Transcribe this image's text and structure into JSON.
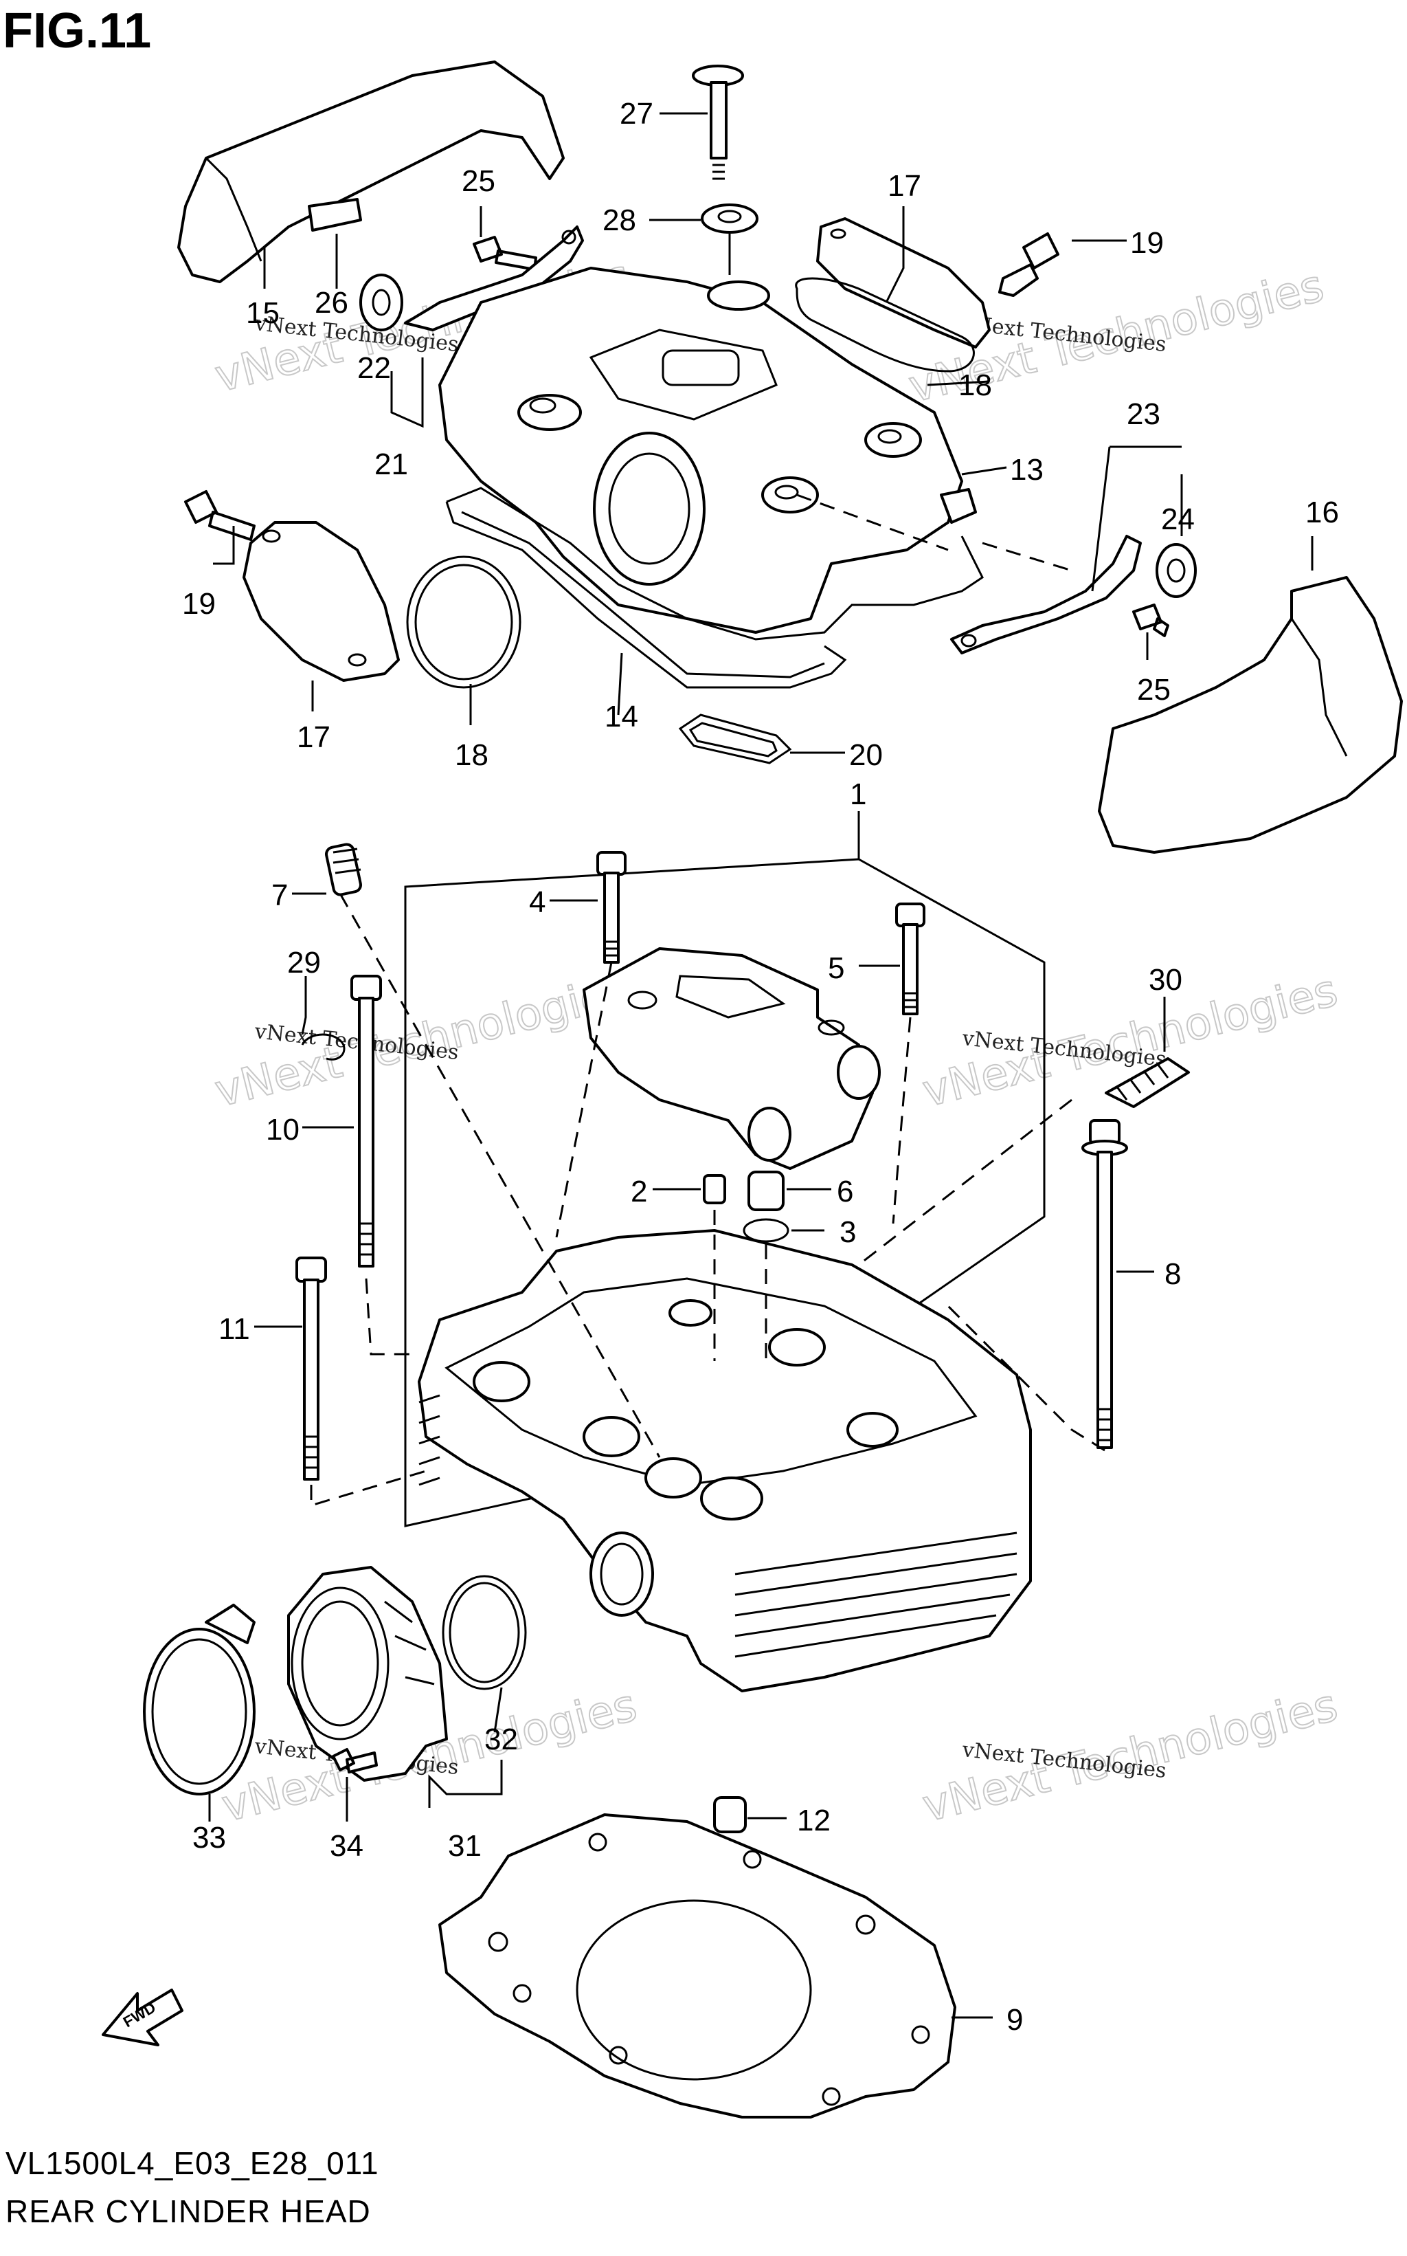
{
  "figure": {
    "title": "FIG.11",
    "code": "VL1500L4_E03_E28_011",
    "name": "REAR CYLINDER HEAD",
    "fwd_label": "FWD"
  },
  "watermark": {
    "small": "vNext Technologies",
    "big": "vNext Technologies"
  },
  "callouts": [
    {
      "id": "c27",
      "label": "27"
    },
    {
      "id": "c25a",
      "label": "25"
    },
    {
      "id": "c28",
      "label": "28"
    },
    {
      "id": "c17a",
      "label": "17"
    },
    {
      "id": "c19a",
      "label": "19"
    },
    {
      "id": "c15",
      "label": "15"
    },
    {
      "id": "c26",
      "label": "26"
    },
    {
      "id": "c22",
      "label": "22"
    },
    {
      "id": "c21",
      "label": "21"
    },
    {
      "id": "c18a",
      "label": "18"
    },
    {
      "id": "c13",
      "label": "13"
    },
    {
      "id": "c23",
      "label": "23"
    },
    {
      "id": "c16",
      "label": "16"
    },
    {
      "id": "c24",
      "label": "24"
    },
    {
      "id": "c19b",
      "label": "19"
    },
    {
      "id": "c25b",
      "label": "25"
    },
    {
      "id": "c17b",
      "label": "17"
    },
    {
      "id": "c18b",
      "label": "18"
    },
    {
      "id": "c14",
      "label": "14"
    },
    {
      "id": "c20",
      "label": "20"
    },
    {
      "id": "c1",
      "label": "1"
    },
    {
      "id": "c7",
      "label": "7"
    },
    {
      "id": "c4",
      "label": "4"
    },
    {
      "id": "c5",
      "label": "5"
    },
    {
      "id": "c29",
      "label": "29"
    },
    {
      "id": "c30",
      "label": "30"
    },
    {
      "id": "c10",
      "label": "10"
    },
    {
      "id": "c2",
      "label": "2"
    },
    {
      "id": "c6",
      "label": "6"
    },
    {
      "id": "c3",
      "label": "3"
    },
    {
      "id": "c8",
      "label": "8"
    },
    {
      "id": "c11",
      "label": "11"
    },
    {
      "id": "c32",
      "label": "32"
    },
    {
      "id": "c12",
      "label": "12"
    },
    {
      "id": "c33",
      "label": "33"
    },
    {
      "id": "c34",
      "label": "34"
    },
    {
      "id": "c31",
      "label": "31"
    },
    {
      "id": "c9",
      "label": "9"
    }
  ]
}
